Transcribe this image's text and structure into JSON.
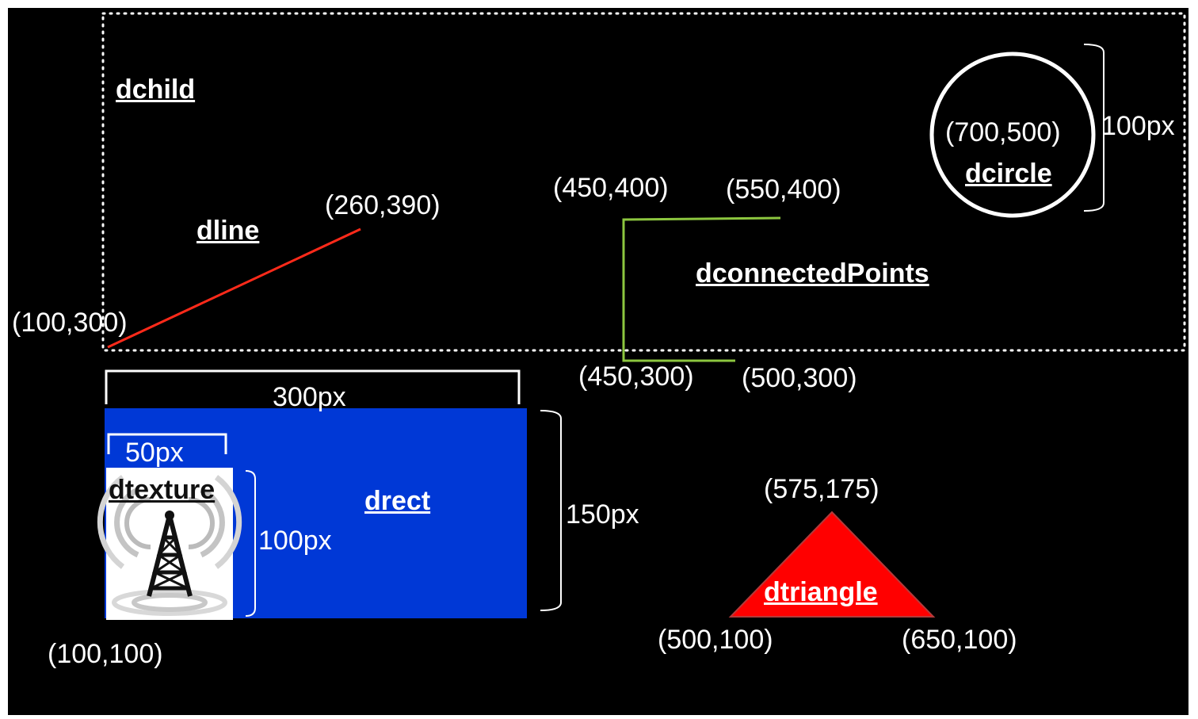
{
  "colors": {
    "background": "#000000",
    "line": "#ff2a1a",
    "connected": "#8cc63f",
    "rect": "#0038d6",
    "triangle": "#ff0000",
    "circle": "#ffffff",
    "texture_bg": "#ffffff"
  },
  "child": {
    "name": "dchild"
  },
  "line": {
    "name": "dline",
    "start_label": "(100,300)",
    "end_label": "(260,390)"
  },
  "connected_points": {
    "name": "dconnectedPoints",
    "points": [
      "(500,300)",
      "(450,300)",
      "(450,400)",
      "(550,400)"
    ]
  },
  "circle": {
    "name": "dcircle",
    "center_label": "(700,500)",
    "diameter_label": "100px"
  },
  "rect": {
    "name": "drect",
    "corner_label": "(100,100)",
    "width_label": "300px",
    "height_label": "150px"
  },
  "texture": {
    "name": "dtexture",
    "width_label": "50px",
    "height_label": "100px",
    "icon": "radio-tower-icon"
  },
  "triangle": {
    "name": "dtriangle",
    "points": [
      "(500,100)",
      "(650,100)",
      "(575,175)"
    ]
  }
}
